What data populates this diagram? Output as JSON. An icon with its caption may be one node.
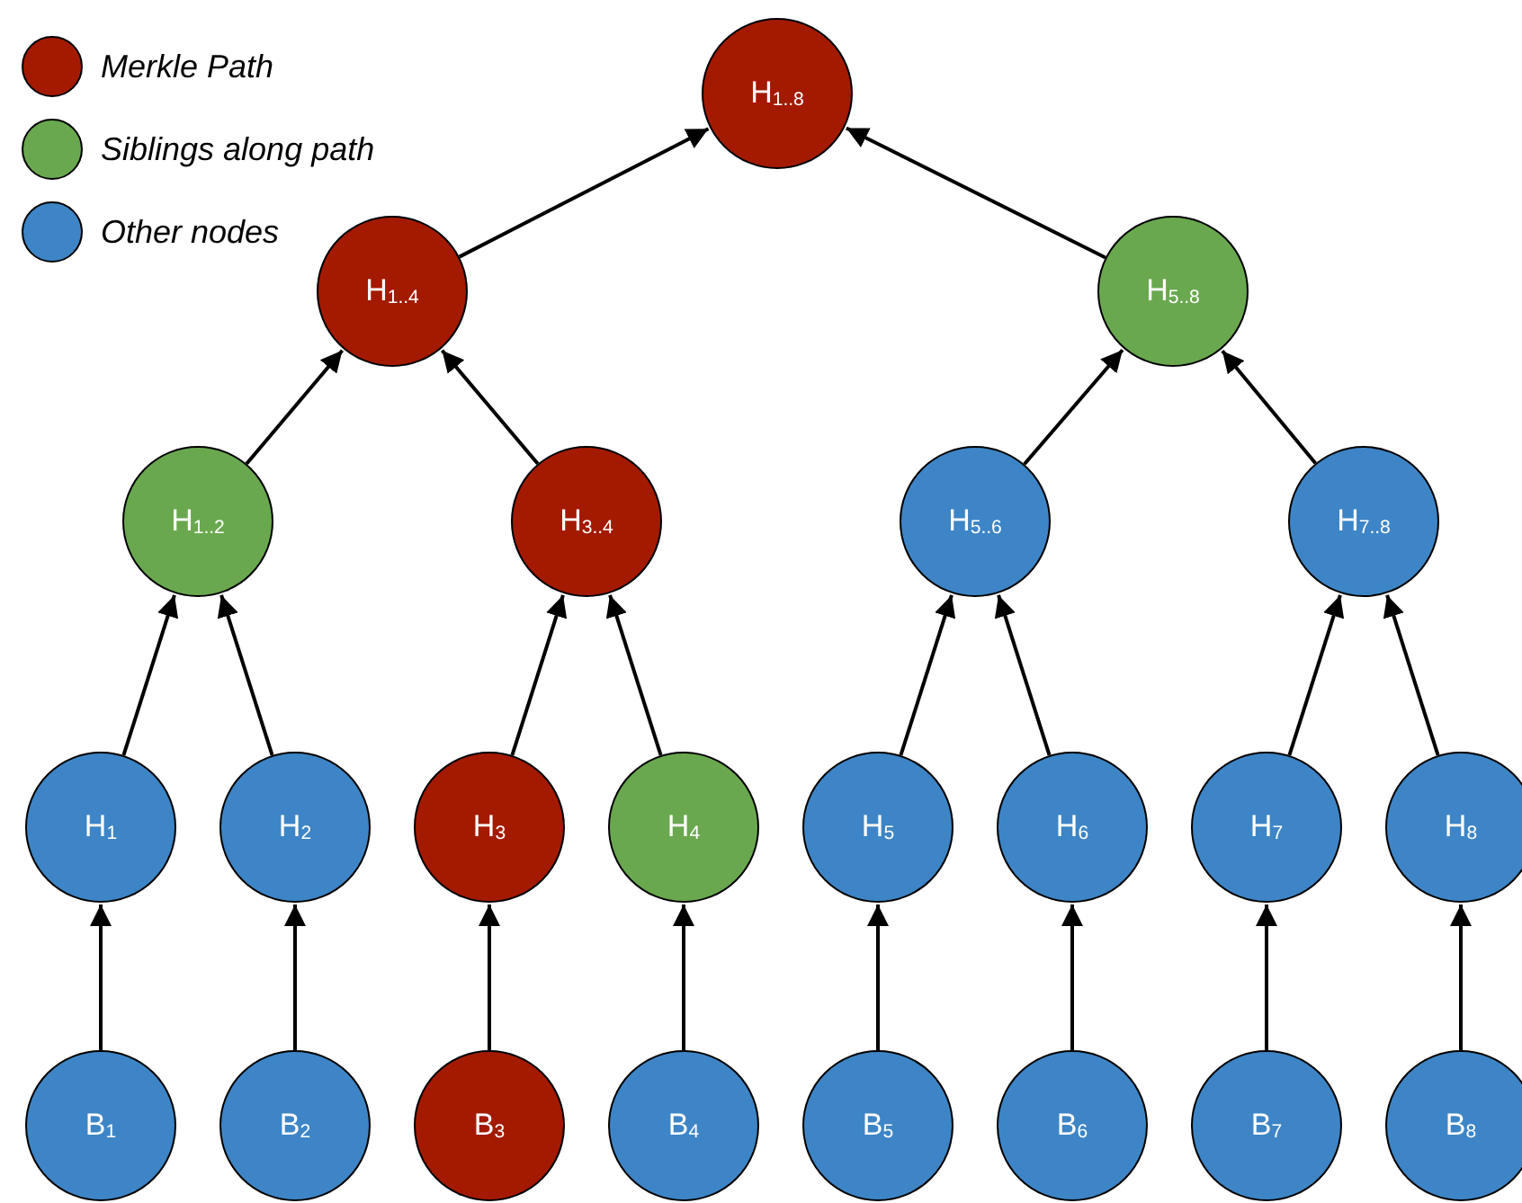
{
  "diagram": {
    "nodes": [
      {
        "text": [
          "H$_{1..8}$"
        ]
      },
      {
        "text": [
          "H$_{1..4}$"
        ]
      },
      {
        "text": [
          "H$_{5..8}$"
        ]
      },
      {
        "text": [
          "H$_{1..2}$"
        ]
      },
      {
        "text": [
          "H$_{3..4}$"
        ]
      },
      {
        "text": [
          "H$_{5..6}$"
        ]
      },
      {
        "text": [
          "H$_{7..8}$"
        ]
      },
      {
        "text": [
          "H$_{1}$"
        ]
      },
      {
        "text": [
          "H$_{2}$"
        ]
      },
      {
        "text": [
          "H$_{3}$"
        ]
      },
      {
        "text": [
          "H$_{4}$"
        ]
      },
      {
        "text": [
          "H$_{5}$"
        ]
      },
      {
        "text": [
          "H$_{6}$"
        ]
      },
      {
        "text": [
          "H$_{7}$"
        ]
      },
      {
        "text": [
          "H$_{8}$"
        ]
      },
      {
        "text": [
          "B$_{1}$"
        ]
      },
      {
        "text": [
          "B$_{2}$"
        ]
      },
      {
        "text": [
          "B$_{3}$"
        ]
      },
      {
        "text": [
          "B$_{4}$"
        ]
      },
      {
        "text": [
          "B$_{5}$"
        ]
      },
      {
        "text": [
          "B$_{6}$"
        ]
      },
      {
        "text": [
          "B$_{7}$"
        ]
      },
      {
        "text": [
          "B$_{8}$"
        ]
      }
    ],
    "edges": [
      {
        "from": 15,
        "to": 7,
        "arrow": "to"
      },
      {
        "from": 16,
        "to": 8,
        "arrow": "to"
      },
      {
        "from": 17,
        "to": 9,
        "arrow": "to"
      },
      {
        "from": 18,
        "to": 10,
        "arrow": "to"
      },
      {
        "from": 19,
        "to": 11,
        "arrow": "to"
      },
      {
        "from": 20,
        "to": 12,
        "arrow": "to"
      },
      {
        "from": 21,
        "to": 13,
        "arrow": "to"
      },
      {
        "from": 22,
        "to": 14,
        "arrow": "to"
      },
      {
        "from": 7,
        "to": 3,
        "arrow": "to"
      },
      {
        "from": 8,
        "to": 3,
        "arrow": "to"
      },
      {
        "from": 9,
        "to": 4,
        "arrow": "to"
      },
      {
        "from": 10,
        "to": 4,
        "arrow": "to"
      },
      {
        "from": 11,
        "to": 5,
        "arrow": "to"
      },
      {
        "from": 12,
        "to": 5,
        "arrow": "to"
      },
      {
        "from": 13,
        "to": 6,
        "arrow": "to"
      },
      {
        "from": 14,
        "to": 6,
        "arrow": "to"
      },
      {
        "from": 3,
        "to": 1,
        "arrow": "to"
      },
      {
        "from": 4,
        "to": 1,
        "arrow": "to"
      },
      {
        "from": 5,
        "to": 2,
        "arrow": "to"
      },
      {
        "from": 6,
        "to": 2,
        "arrow": "to"
      },
      {
        "from": 1,
        "to": 0,
        "arrow": "to"
      },
      {
        "from": 2,
        "to": 0,
        "arrow": "to"
      }
    ],
    "legend": [
      {
        "text": "Merkle Path",
        "color": "#a31a00"
      },
      {
        "text": "Siblings along path",
        "color": "#6aa84f"
      },
      {
        "text": "Other nodes",
        "color": "#3d85c6"
      }
    ]
  }
}
